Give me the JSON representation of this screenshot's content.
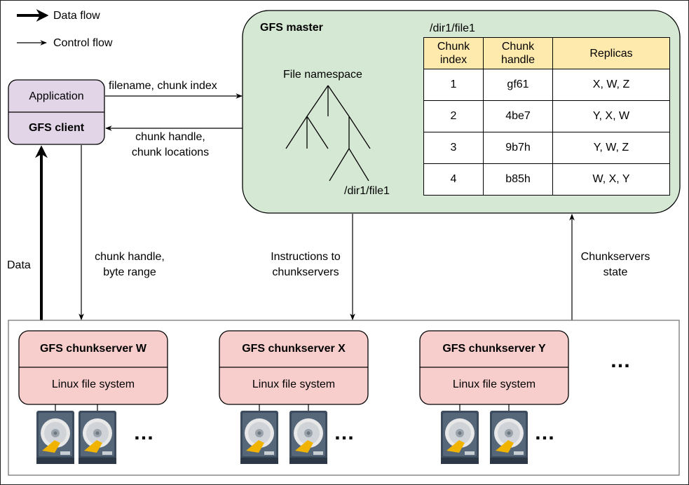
{
  "legend": {
    "data_flow": "Data flow",
    "control_flow": "Control flow"
  },
  "client": {
    "application": "Application",
    "gfs_client": "GFS client"
  },
  "master": {
    "title": "GFS master",
    "table_path": "/dir1/file1",
    "namespace_label": "File namespace",
    "tree_leaf_label": "/dir1/file1",
    "table": {
      "headers": [
        "Chunk\nindex",
        "Chunk\nhandle",
        "Replicas"
      ],
      "rows": [
        [
          "1",
          "gf61",
          "X, W, Z"
        ],
        [
          "2",
          "4be7",
          "Y, X, W"
        ],
        [
          "3",
          "9b7h",
          "Y, W, Z"
        ],
        [
          "4",
          "b85h",
          "W, X, Y"
        ]
      ]
    }
  },
  "edges": {
    "request": "filename, chunk index",
    "response_line1": "chunk handle,",
    "response_line2": "chunk locations",
    "data": "Data",
    "client_to_chunk_line1": "chunk handle,",
    "client_to_chunk_line2": "byte range",
    "instructions_line1": "Instructions to",
    "instructions_line2": "chunkservers",
    "state_line1": "Chunkservers",
    "state_line2": "state"
  },
  "chunkservers": [
    {
      "name": "GFS chunkserver W",
      "fs": "Linux file system"
    },
    {
      "name": "GFS chunkserver X",
      "fs": "Linux file system"
    },
    {
      "name": "GFS chunkserver Y",
      "fs": "Linux file system"
    }
  ],
  "more_servers": "…",
  "more_disks": "…",
  "colors": {
    "master_fill": "#d5e8d4",
    "client_fill": "#e1d5e7",
    "chunkserver_fill": "#f8cecc",
    "table_header_fill": "#ffeaae",
    "disk_dark": "#3a4a5a",
    "disk_accent": "#f0b400"
  },
  "icons": [
    "hard-drive-icon"
  ]
}
